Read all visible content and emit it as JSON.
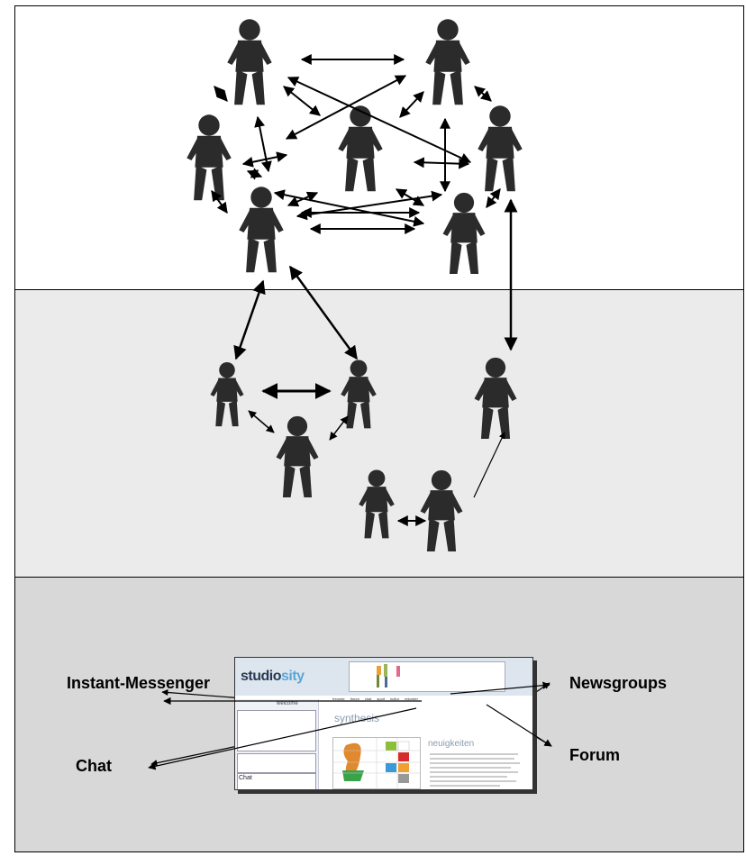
{
  "labels": {
    "instant_messenger": "Instant-Messenger",
    "newsgroups": "Newsgroups",
    "chat": "Chat",
    "forum": "Forum"
  },
  "website": {
    "logo_main": "studio",
    "logo_accent": "sity",
    "nav_items": [
      "freunde",
      "forum",
      "chat",
      "sport",
      "kultur",
      "rekorder"
    ],
    "welcome": "welcome",
    "chat_box": "Chat",
    "section_title": "synthesis",
    "news_title": "neuigkeiten"
  },
  "colors": {
    "band_top": "#ffffff",
    "band_middle": "#ebebeb",
    "band_bottom": "#d8d8d8",
    "figure": "#2b2b2b"
  }
}
